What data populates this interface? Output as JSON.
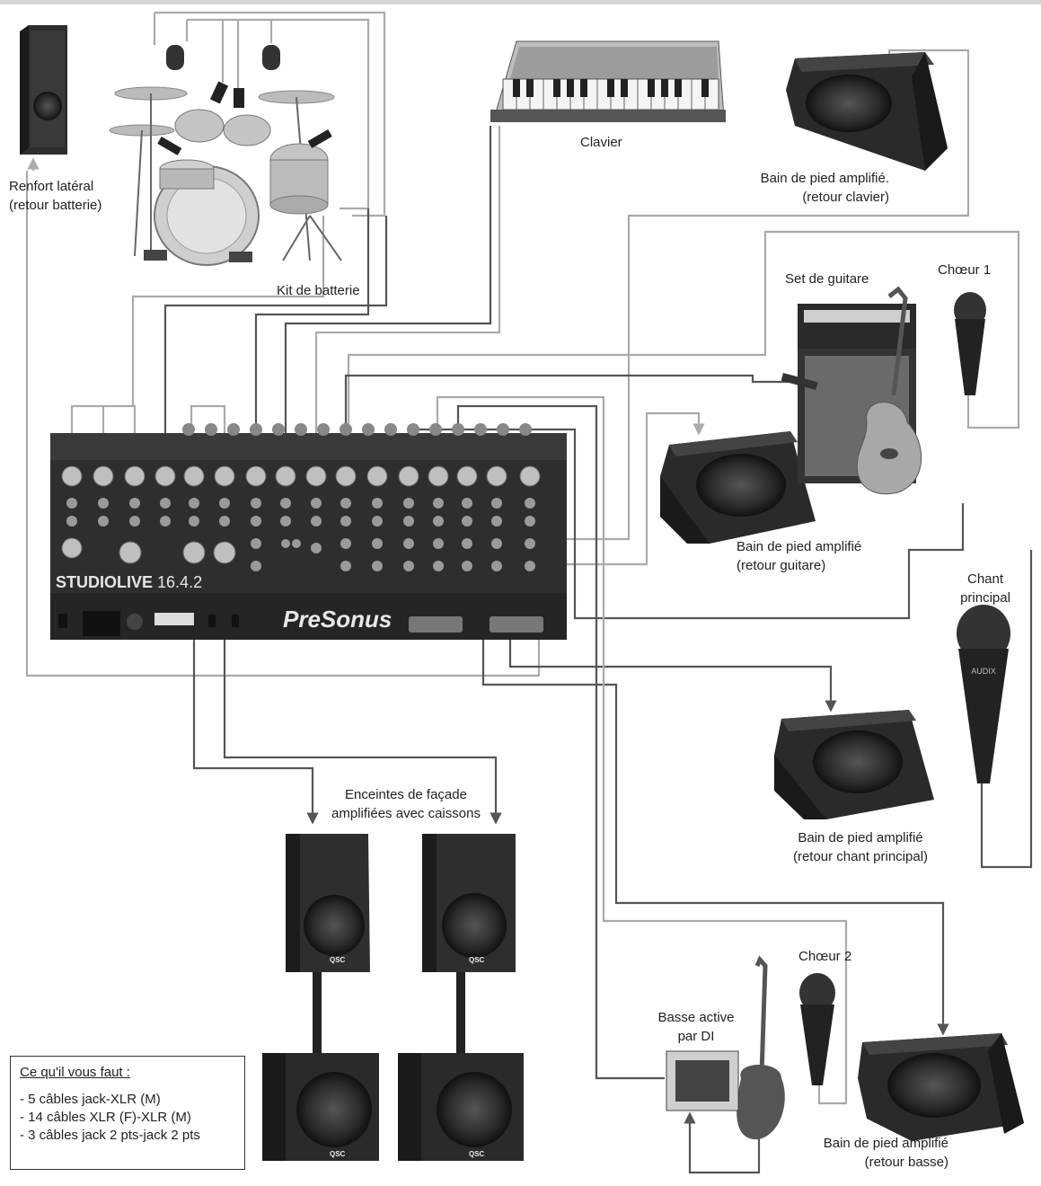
{
  "labels": {
    "side_fill": [
      "Renfort latéral",
      "(retour batterie)"
    ],
    "drum_kit": "Kit de batterie",
    "keyboard": "Clavier",
    "mon_keys": [
      "Bain de pied amplifié.",
      "(retour clavier)"
    ],
    "guitar_rig": "Set de guitare",
    "choir1": "Chœur 1",
    "mon_guitar": [
      "Bain de pied amplifié",
      "(retour guitare)"
    ],
    "lead_vocal": [
      "Chant",
      "principal"
    ],
    "mon_lead": [
      "Bain de pied amplifié",
      "(retour chant principal)"
    ],
    "mains": [
      "Enceintes de façade",
      "amplifiées avec caissons"
    ],
    "choir2": "Chœur 2",
    "bass_di": [
      "Basse active",
      "par DI"
    ],
    "mon_bass": [
      "Bain de pied amplifié",
      "(retour basse)"
    ]
  },
  "mixer": {
    "brand": "PreSonus",
    "model": "STUDIOLIVE",
    "model_num": "16.4.2"
  },
  "speaker_brand": "QSC",
  "requirements": {
    "title": "Ce qu'il vous faut :",
    "items": [
      "- 5 câbles jack-XLR (M)",
      "- 14 câbles XLR (F)-XLR (M)",
      "- 3 câbles jack 2 pts-jack 2 pts"
    ]
  },
  "colors": {
    "cable_dark": "#4a4a4a",
    "cable_light": "#bdbdbd",
    "gear": "#2b2b2b",
    "drum": "#b9b9b9"
  }
}
